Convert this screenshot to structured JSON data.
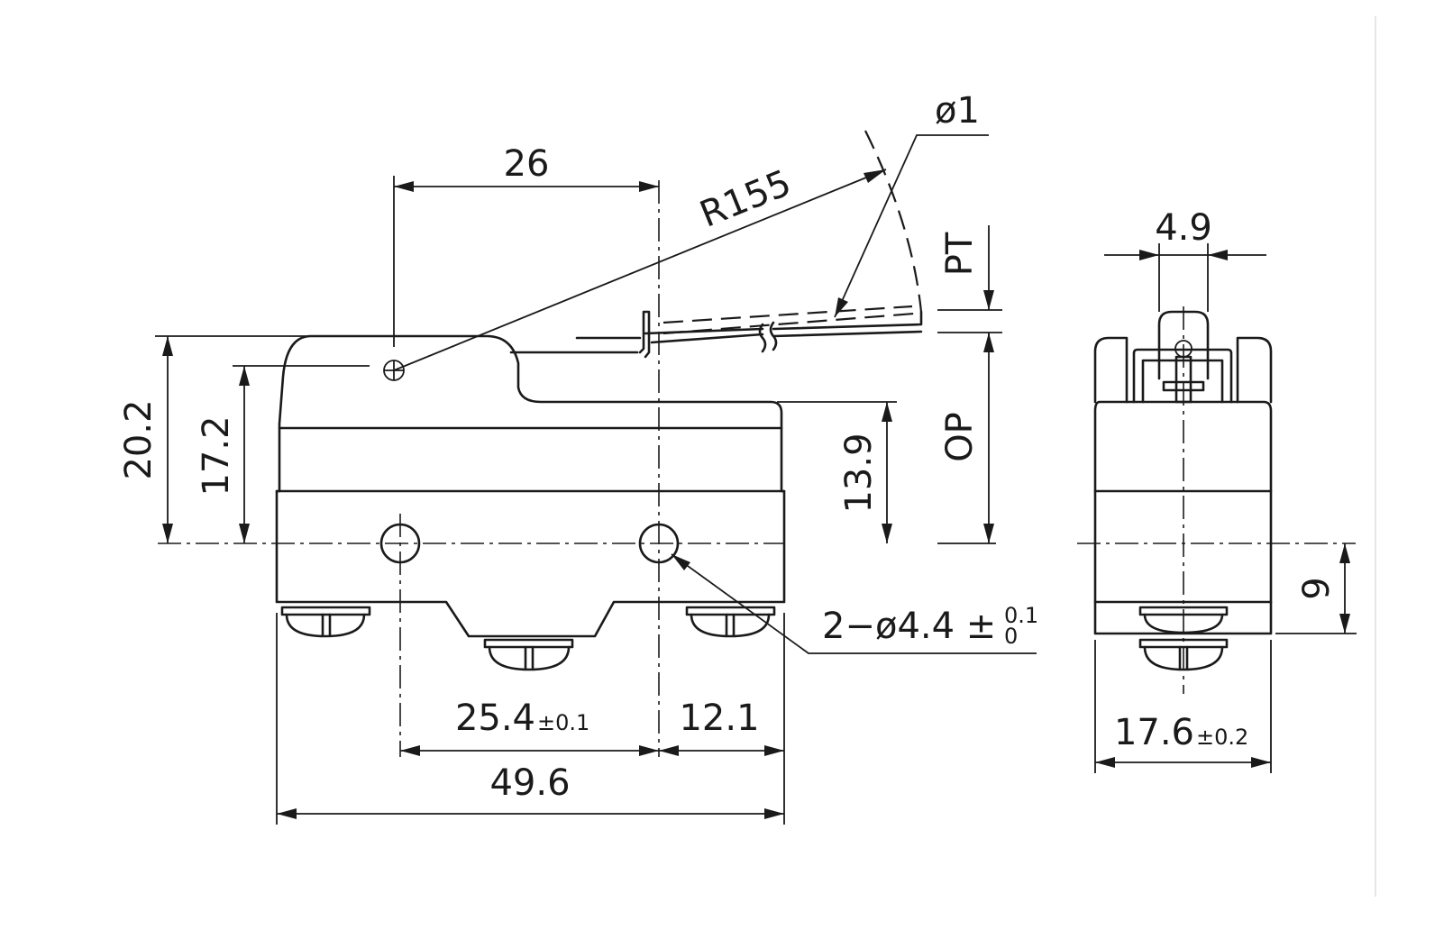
{
  "front_view": {
    "dim_lever_pivot_offset": "26",
    "dim_lever_radius": "R155",
    "dim_roller_diameter": "ø1",
    "dim_pretravel": "PT",
    "dim_operating_position": "OP",
    "dim_overall_height": "20.2",
    "dim_pivot_height": "17.2",
    "dim_body_height": "13.9",
    "dim_mount_hole_spacing": "25.4",
    "dim_mount_hole_spacing_tol": "±0.1",
    "dim_hole_to_edge": "12.1",
    "dim_overall_length": "49.6",
    "dim_mount_holes_prefix": "2−ø4.4 ±",
    "dim_mount_holes_tol_upper": "0.1",
    "dim_mount_holes_tol_lower": "0"
  },
  "side_view": {
    "dim_actuator_width": "4.9",
    "dim_hole_height": "9",
    "dim_overall_width": "17.6",
    "dim_overall_width_tol": "±0.2"
  },
  "colors": {
    "line": "#1a1a1a",
    "background": "#ffffff"
  }
}
